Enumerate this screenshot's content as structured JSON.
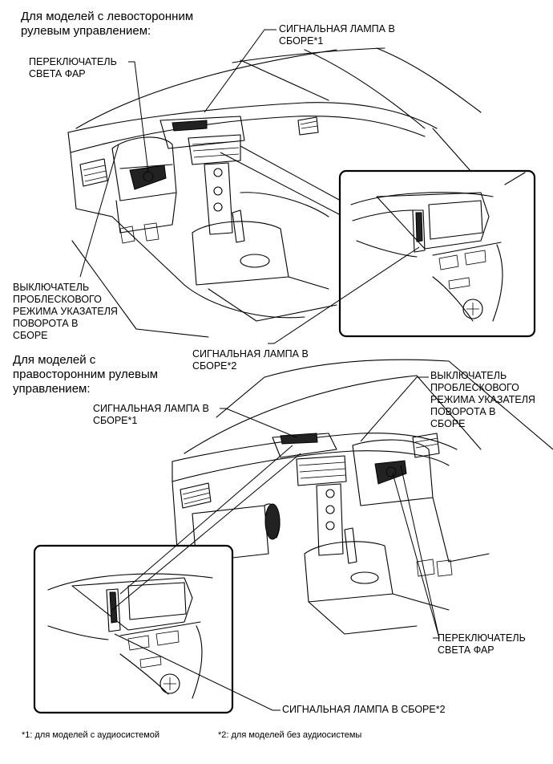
{
  "heading_lhd": "Для моделей с левосторонним\nрулевым управлением:",
  "heading_rhd": "Для моделей с\nправосторонним рулевым\nуправлением:",
  "top_labels": {
    "signal_lamp_1": "СИГНАЛЬНАЯ ЛАМПА В\nСБОРЕ*1",
    "headlight_switch": "ПЕРЕКЛЮЧАТЕЛЬ\nСВЕТА ФАР",
    "hazard_switch": "ВЫКЛЮЧАТЕЛЬ\nПРОБЛЕСКОВОГО\nРЕЖИМА УКАЗАТЕЛЯ\nПОВОРОТА В\nСБОРЕ",
    "signal_lamp_2": "СИГНАЛЬНАЯ ЛАМПА В\nСБОРЕ*2"
  },
  "bottom_labels": {
    "signal_lamp_1": "СИГНАЛЬНАЯ ЛАМПА В\nСБОРЕ*1",
    "hazard_switch": "ВЫКЛЮЧАТЕЛЬ\nПРОБЛЕСКОВОГО\nРЕЖИМА УКАЗАТЕЛЯ\nПОВОРОТА В\nСБОРЕ",
    "headlight_switch": "ПЕРЕКЛЮЧАТЕЛЬ\nСВЕТА ФАР",
    "signal_lamp_2": "СИГНАЛЬНАЯ ЛАМПА В СБОРЕ*2"
  },
  "footnotes": {
    "note1": "*1: для моделей с аудиосистемой",
    "note2": "*2: для моделей без аудиосистемы"
  }
}
